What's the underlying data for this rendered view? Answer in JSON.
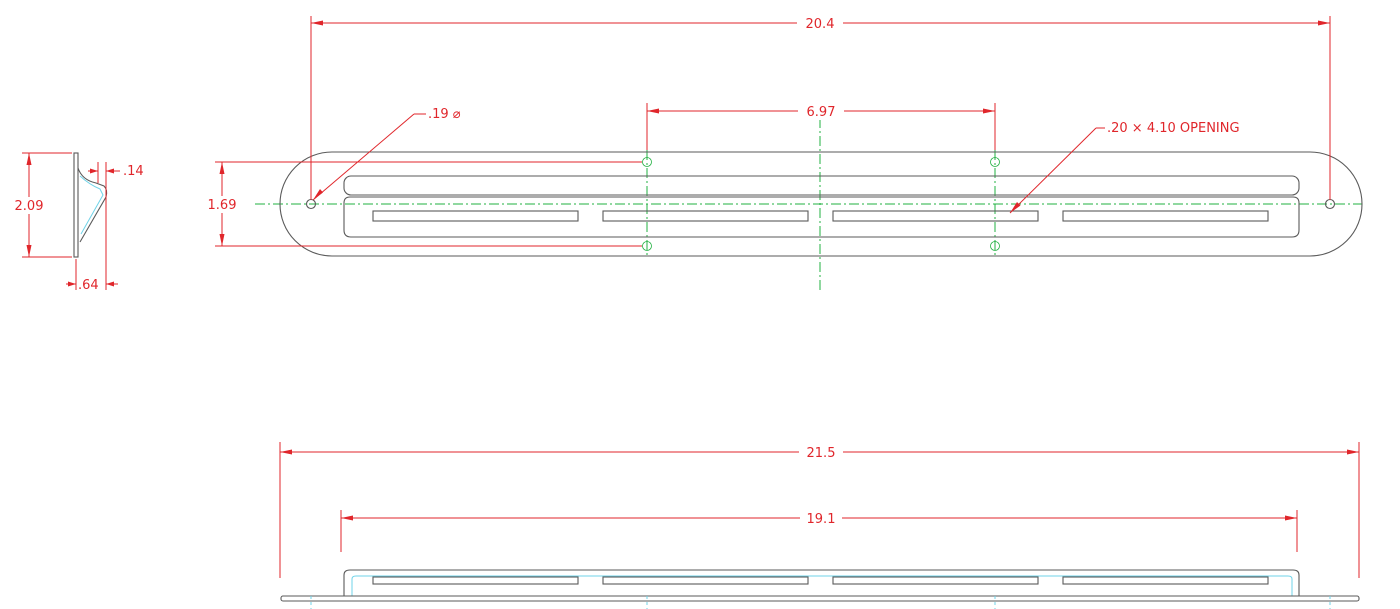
{
  "dimensions": {
    "overall_length_top": "20.4",
    "inner_hole_spacing": "6.97",
    "hole_diameter": ".19 ⌀",
    "opening_note": ".20  ×  4.10  OPENING",
    "hole_row_spacing": "1.69",
    "side_height": "2.09",
    "side_top_thickness": ".14",
    "side_depth": ".64",
    "overall_length_bottom": "21.5",
    "inner_length_bottom": "19.1"
  },
  "colors": {
    "dimension": "#e0262b",
    "outline": "#5a5a5a",
    "centerline": "#20b040",
    "hidden": "#6fd3e8"
  }
}
